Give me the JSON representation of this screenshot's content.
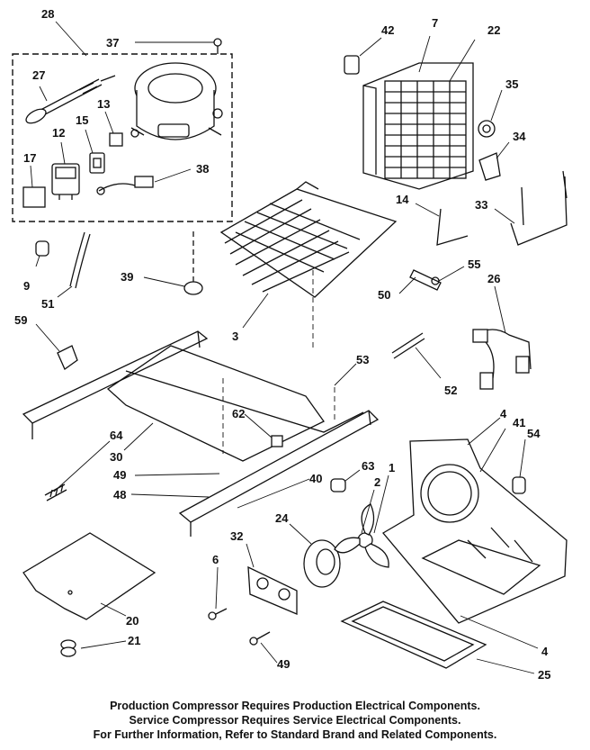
{
  "labels": {
    "n28": "28",
    "n37": "37",
    "n27": "27",
    "n13": "13",
    "n15": "15",
    "n12": "12",
    "n17": "17",
    "n38": "38",
    "n42": "42",
    "n7": "7",
    "n22": "22",
    "n35": "35",
    "n34": "34",
    "n14": "14",
    "n33": "33",
    "n9": "9",
    "n51": "51",
    "n39": "39",
    "n3": "3",
    "n55": "55",
    "n50": "50",
    "n26": "26",
    "n59": "59",
    "n53": "53",
    "n52": "52",
    "n62": "62",
    "n4a": "4",
    "n41": "41",
    "n54": "54",
    "n64": "64",
    "n30": "30",
    "n49a": "49",
    "n40": "40",
    "n63": "63",
    "n1": "1",
    "n2": "2",
    "n48": "48",
    "n24": "24",
    "n32": "32",
    "n6": "6",
    "n20": "20",
    "n21": "21",
    "n4b": "4",
    "n49b": "49",
    "n25": "25"
  },
  "footer": {
    "line1": "Production Compressor Requires Production Electrical Components.",
    "line2": "Service Compressor Requires Service Electrical Components.",
    "line3": "For Further Information, Refer to Standard Brand and Related Components."
  }
}
